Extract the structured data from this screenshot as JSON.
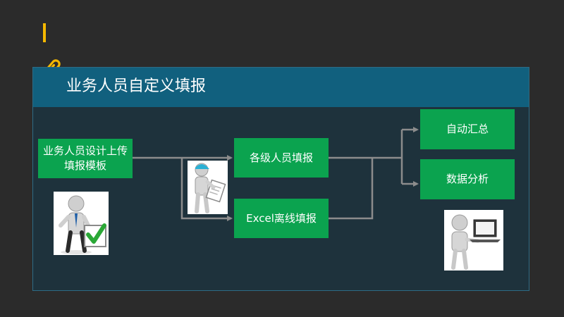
{
  "slide": {
    "title": "业务人员自定义填报",
    "colors": {
      "background": "#2b2b2b",
      "panel": "#1e323c",
      "header": "#11607e",
      "box": "#0ba34f",
      "accent": "#f5b800",
      "connector": "#8c8c8c"
    },
    "icons": [
      "paperclip-icon",
      "person-checkmark-icon",
      "person-clipboard-icon",
      "person-laptop-icon"
    ]
  },
  "flow": {
    "template": "业务人员设计上传填报模板",
    "fill_levels": "各级人员填报",
    "fill_excel": "Excel离线填报",
    "auto_summary": "自动汇总",
    "data_analysis": "数据分析"
  }
}
